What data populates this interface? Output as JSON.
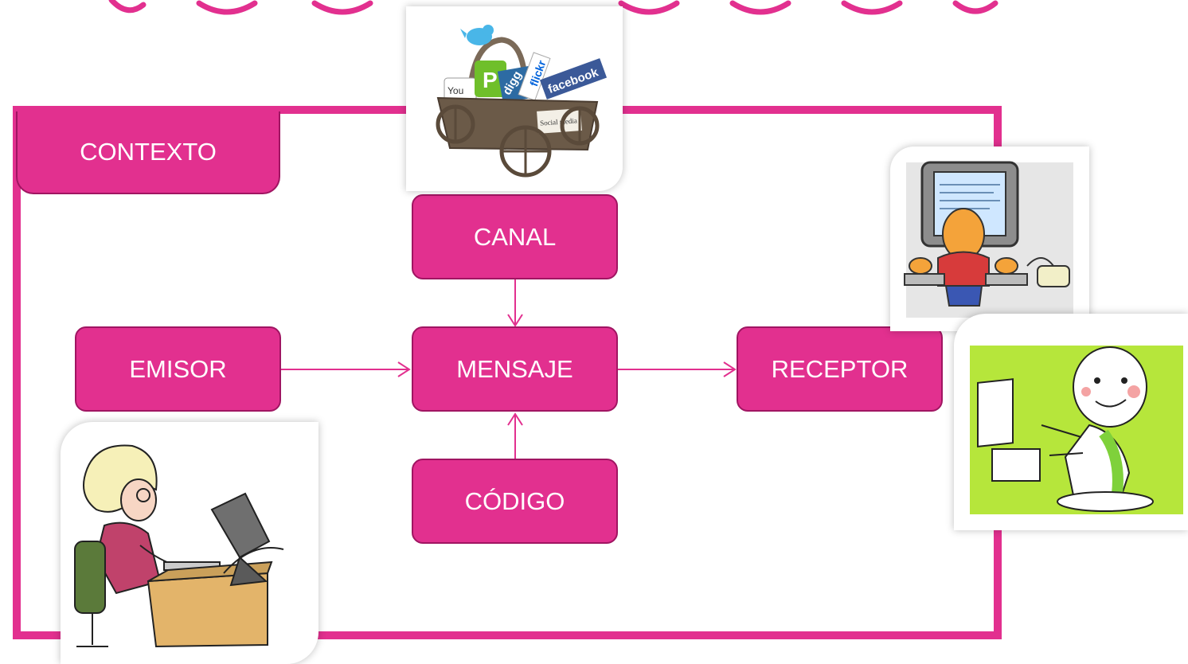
{
  "diagram": {
    "context_label": "CONTEXTO",
    "nodes": {
      "channel": "CANAL",
      "sender": "EMISOR",
      "message": "MENSAJE",
      "receiver": "RECEPTOR",
      "code": "CÓDIGO"
    },
    "edges": [
      {
        "from": "sender",
        "to": "message"
      },
      {
        "from": "channel",
        "to": "message"
      },
      {
        "from": "code",
        "to": "message"
      },
      {
        "from": "message",
        "to": "receiver"
      }
    ]
  },
  "illustrations": {
    "channel_image": {
      "icon": "social-media-cart",
      "labels": [
        "You",
        "P",
        "digg",
        "flickr",
        "facebook",
        "Social media"
      ]
    },
    "receiver_image_1": {
      "icon": "person-at-computer-illustration"
    },
    "receiver_image_2": {
      "icon": "smiling-person-typing-illustration"
    },
    "sender_image": {
      "icon": "woman-typing-at-desk-illustration"
    }
  },
  "colors": {
    "accent": "#e2308f",
    "accent_dark": "#a01562",
    "text_on_accent": "#ffffff"
  }
}
